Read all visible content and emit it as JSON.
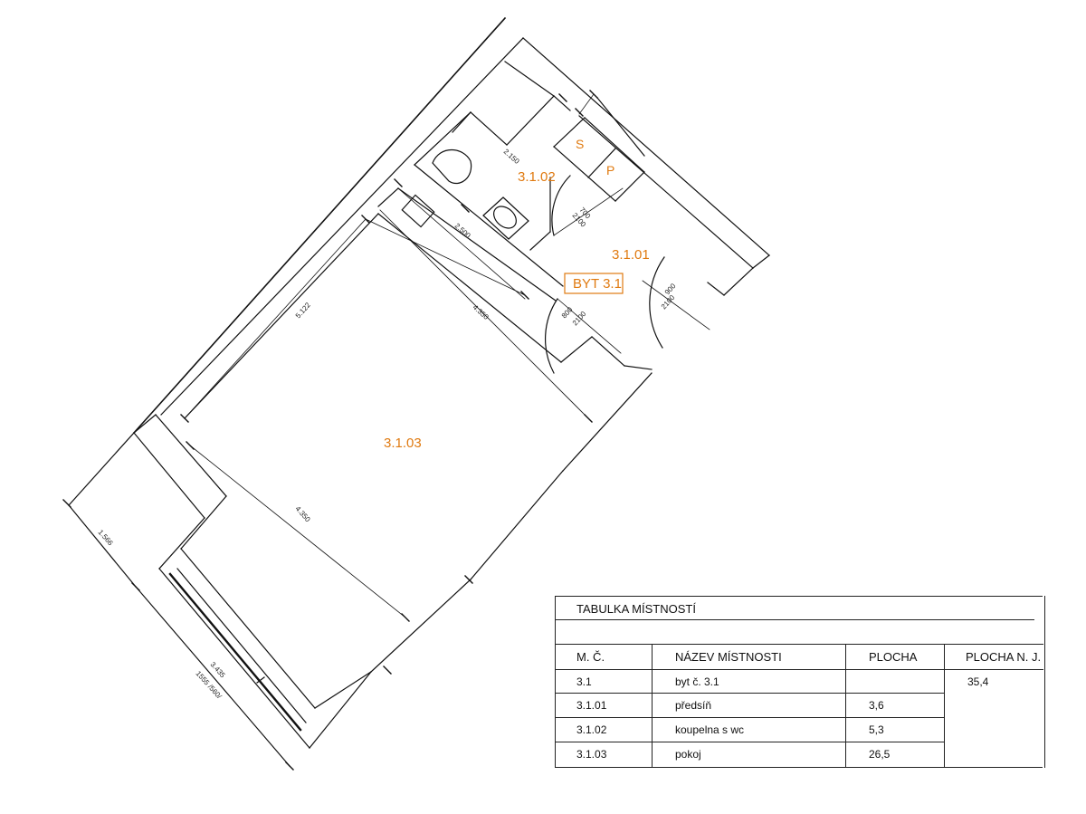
{
  "plan": {
    "rooms": [
      "3.1.01",
      "3.1.02",
      "3.1.03"
    ],
    "unit_label": "BYT 3.1",
    "fixtures": {
      "s": "S",
      "p": "P"
    },
    "dimensions": {
      "d_2150": "2.150",
      "d_2500": "2.500",
      "d_4350_top": "4.350",
      "d_5122": "5.122",
      "d_4350_mid": "4.350",
      "d_1566": "1.566",
      "d_3435": "3.435",
      "d_window": "1555 /560/"
    },
    "doors": {
      "bath_w": "700",
      "bath_h": "2100",
      "room_w": "800",
      "room_h": "2100",
      "entry_w": "900",
      "entry_h": "2100"
    },
    "accent_color": "#e07a10"
  },
  "table": {
    "title": "TABULKA MÍSTNOSTÍ",
    "headers": [
      "M. Č.",
      "NÁZEV MÍSTNOSTI",
      "PLOCHA",
      "PLOCHA N. J."
    ],
    "rows": [
      [
        "3.1",
        "byt č. 3.1",
        "",
        "35,4"
      ],
      [
        "3.1.01",
        "předsíň",
        "3,6",
        ""
      ],
      [
        "3.1.02",
        "koupelna s wc",
        "5,3",
        ""
      ],
      [
        "3.1.03",
        "pokoj",
        "26,5",
        ""
      ]
    ]
  }
}
